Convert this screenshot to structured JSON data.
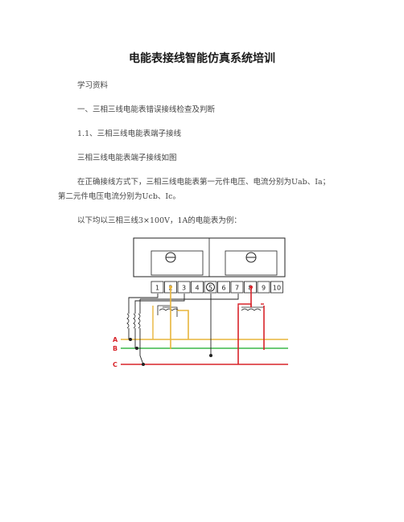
{
  "doc": {
    "title": "电能表接线智能仿真系统培训",
    "lines": [
      "学习资料",
      "一、三相三线电能表错误接线检查及判断",
      "1.1、三相三线电能表端子接线",
      "三相三线电能表端子接线如图",
      "在正确接线方式下，三相三线电能表第一元件电压、电流分别为Uab、Ia；",
      "第二元件电压电流分别为Ucb、Ic。",
      "以下均以三相三线3×100V，1A的电能表为例："
    ]
  },
  "diagram": {
    "terminals": [
      "1",
      "2",
      "3",
      "4",
      "5",
      "6",
      "7",
      "8",
      "9",
      "10"
    ],
    "phases": [
      "A",
      "B",
      "C"
    ],
    "colors": {
      "A": "#e8b53c",
      "B": "#3cb84a",
      "C": "#d8232a",
      "wire": "#222222"
    }
  }
}
